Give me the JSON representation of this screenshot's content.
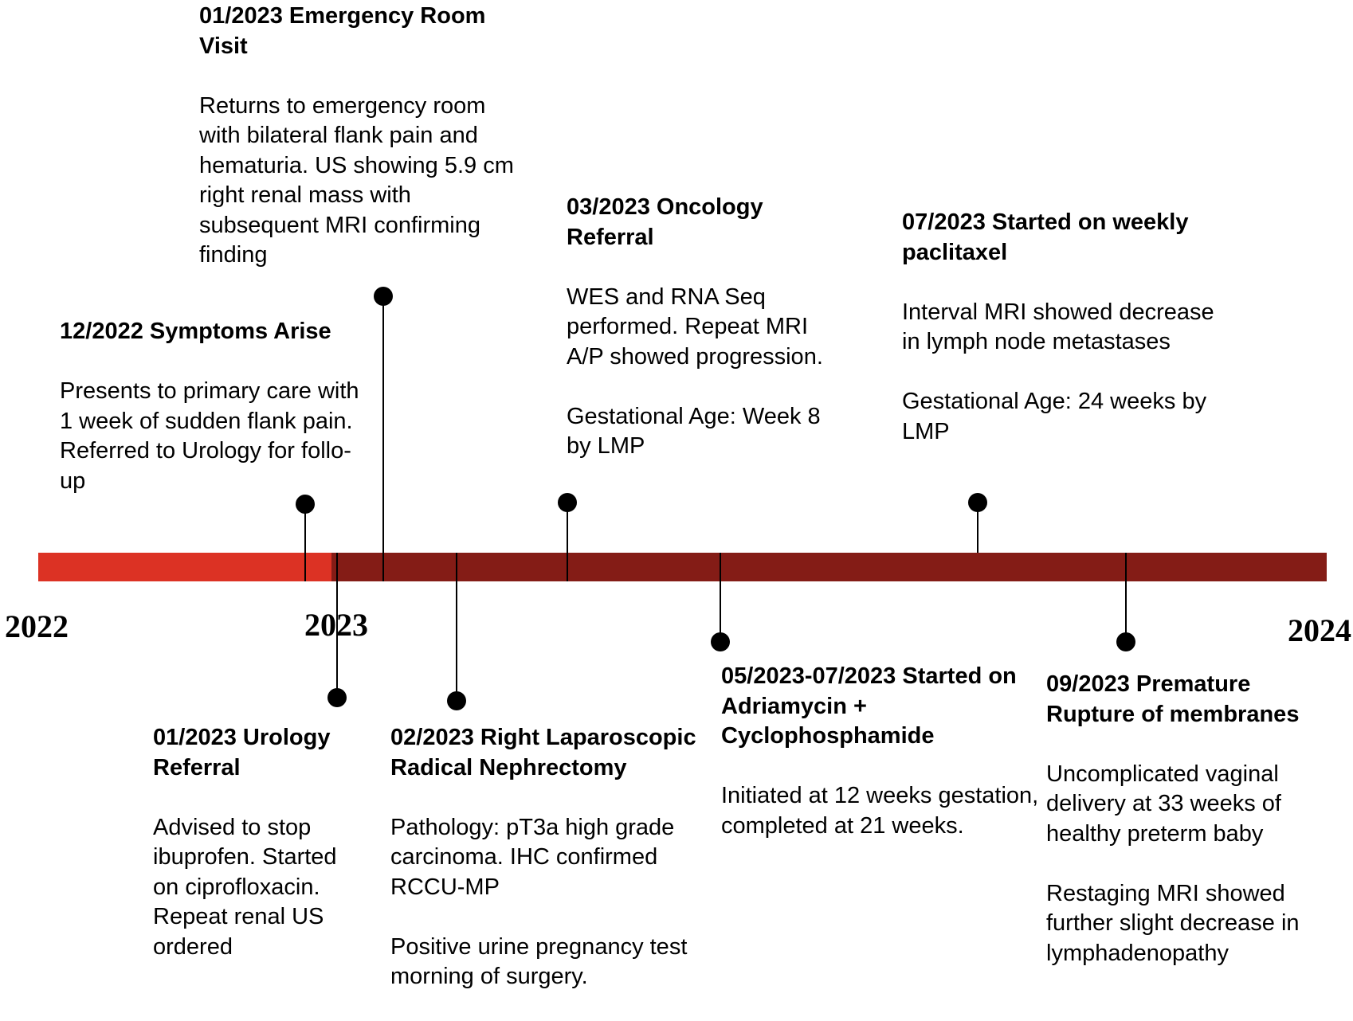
{
  "timeline": {
    "colors": {
      "bar_2022": "#dc3224",
      "bar_2023": "#841c16",
      "markers": "#000000"
    },
    "years": [
      "2022",
      "2023",
      "2024"
    ],
    "events": [
      {
        "title": "12/2022 Symptoms Arise",
        "paragraphs": [
          "Presents to primary care with 1 week of sudden flank pain. Referred to Urology for follo- up"
        ]
      },
      {
        "title": "01/2023 Emergency Room Visit",
        "paragraphs": [
          "Returns to emergency room with bilateral flank pain and hematuria. US showing 5.9 cm right renal mass with subsequent MRI confirming finding"
        ]
      },
      {
        "title": "01/2023 Urology Referral",
        "paragraphs": [
          "Advised to stop ibuprofen. Started on ciprofloxacin. Repeat renal US ordered"
        ]
      },
      {
        "title": "02/2023  Right Laparoscopic Radical Nephrectomy",
        "paragraphs": [
          "Pathology: pT3a high grade carcinoma. IHC confirmed RCCU-MP",
          "Positive urine pregnancy test morning of surgery."
        ]
      },
      {
        "title": "03/2023  Oncology Referral",
        "paragraphs": [
          "WES and RNA Seq performed. Repeat MRI A/P showed progression.",
          "Gestational Age: Week 8 by LMP"
        ]
      },
      {
        "title": "05/2023-07/2023 Started on Adriamycin + Cyclophosphamide",
        "paragraphs": [
          "Initiated at 12 weeks gestation, completed at 21 weeks."
        ]
      },
      {
        "title": "07/2023  Started on weekly paclitaxel",
        "paragraphs": [
          "Interval MRI showed decrease in lymph node metastases",
          "Gestational Age:  24 weeks by LMP"
        ]
      },
      {
        "title": "09/2023  Premature Rupture of membranes",
        "paragraphs": [
          "Uncomplicated vaginal delivery at 33 weeks  of healthy preterm baby",
          "Restaging MRI showed further slight decrease in lymphadenopathy"
        ]
      }
    ]
  }
}
